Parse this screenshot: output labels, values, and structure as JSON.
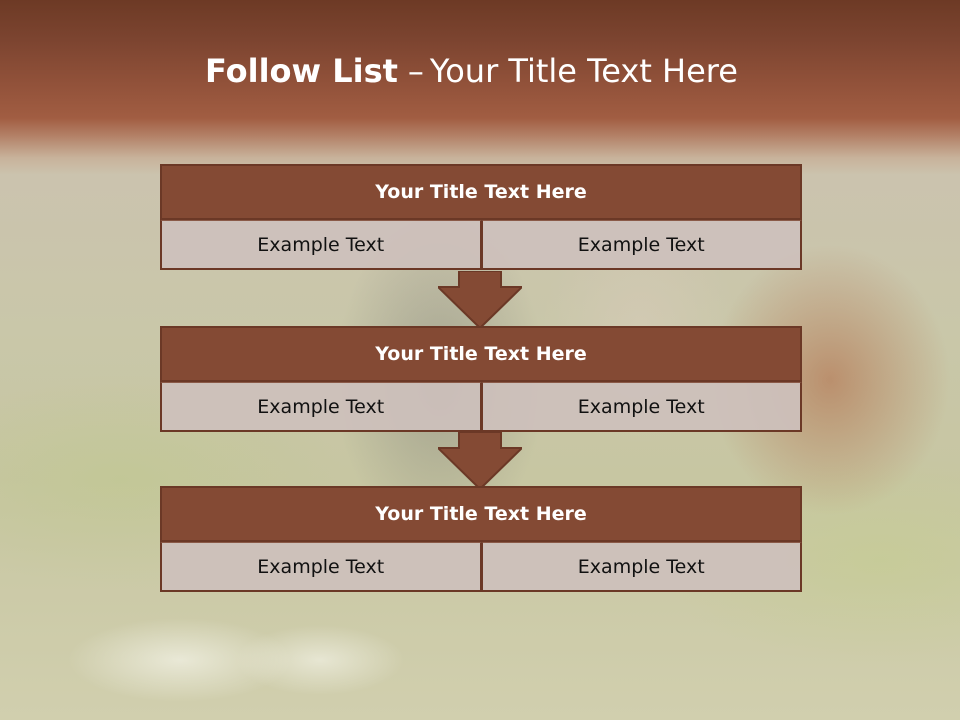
{
  "slide": {
    "title_bold": "Follow List",
    "title_dash": "–",
    "title_rest": "Your Title Text Here"
  },
  "steps": [
    {
      "title": "Your Title Text Here",
      "left": "Example Text",
      "right": "Example Text"
    },
    {
      "title": "Your Title Text Here",
      "left": "Example Text",
      "right": "Example Text"
    },
    {
      "title": "Your Title Text Here",
      "left": "Example Text",
      "right": "Example Text"
    }
  ],
  "colors": {
    "header_band": "#7c4430",
    "block_fill": "#844a34",
    "block_border": "#6b3826",
    "cell_fill": "#cdc0bc",
    "arrow_fill": "#844a34"
  },
  "background_image": "farmer-with-cow-in-meadow-photo"
}
